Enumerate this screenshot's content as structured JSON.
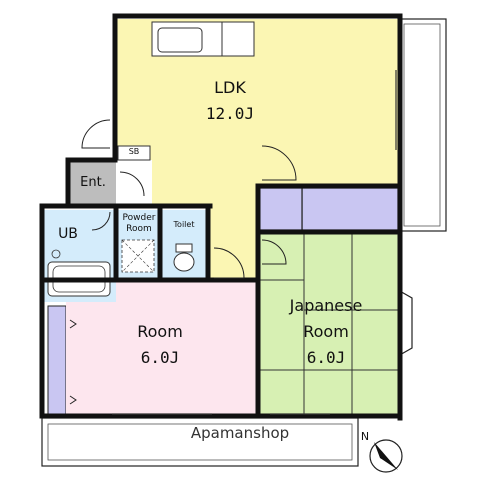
{
  "floorplan": {
    "rooms": {
      "ldk": {
        "name": "LDK",
        "size": "12.0J"
      },
      "room": {
        "name": "Room",
        "size": "6.0J"
      },
      "japanese": {
        "name_line1": "Japanese",
        "name_line2": "Room",
        "size": "6.0J"
      },
      "entrance": {
        "name": "Ent."
      },
      "unit_bath": {
        "name": "UB"
      },
      "powder": {
        "name_line1": "Powder",
        "name_line2": "Room"
      },
      "toilet": {
        "name": "Toilet"
      },
      "shoe_box": {
        "name": "SB"
      }
    },
    "watermark": "Apamanshop",
    "compass": {
      "label": "N"
    },
    "colors": {
      "ldk": "#fbf6b3",
      "room": "#fde6ee",
      "japanese": "#d7f0b3",
      "wet_area": "#d4ecfb",
      "closet": "#c9c6f2",
      "entrance": "#bdbdbd",
      "wall": "#111111"
    }
  }
}
